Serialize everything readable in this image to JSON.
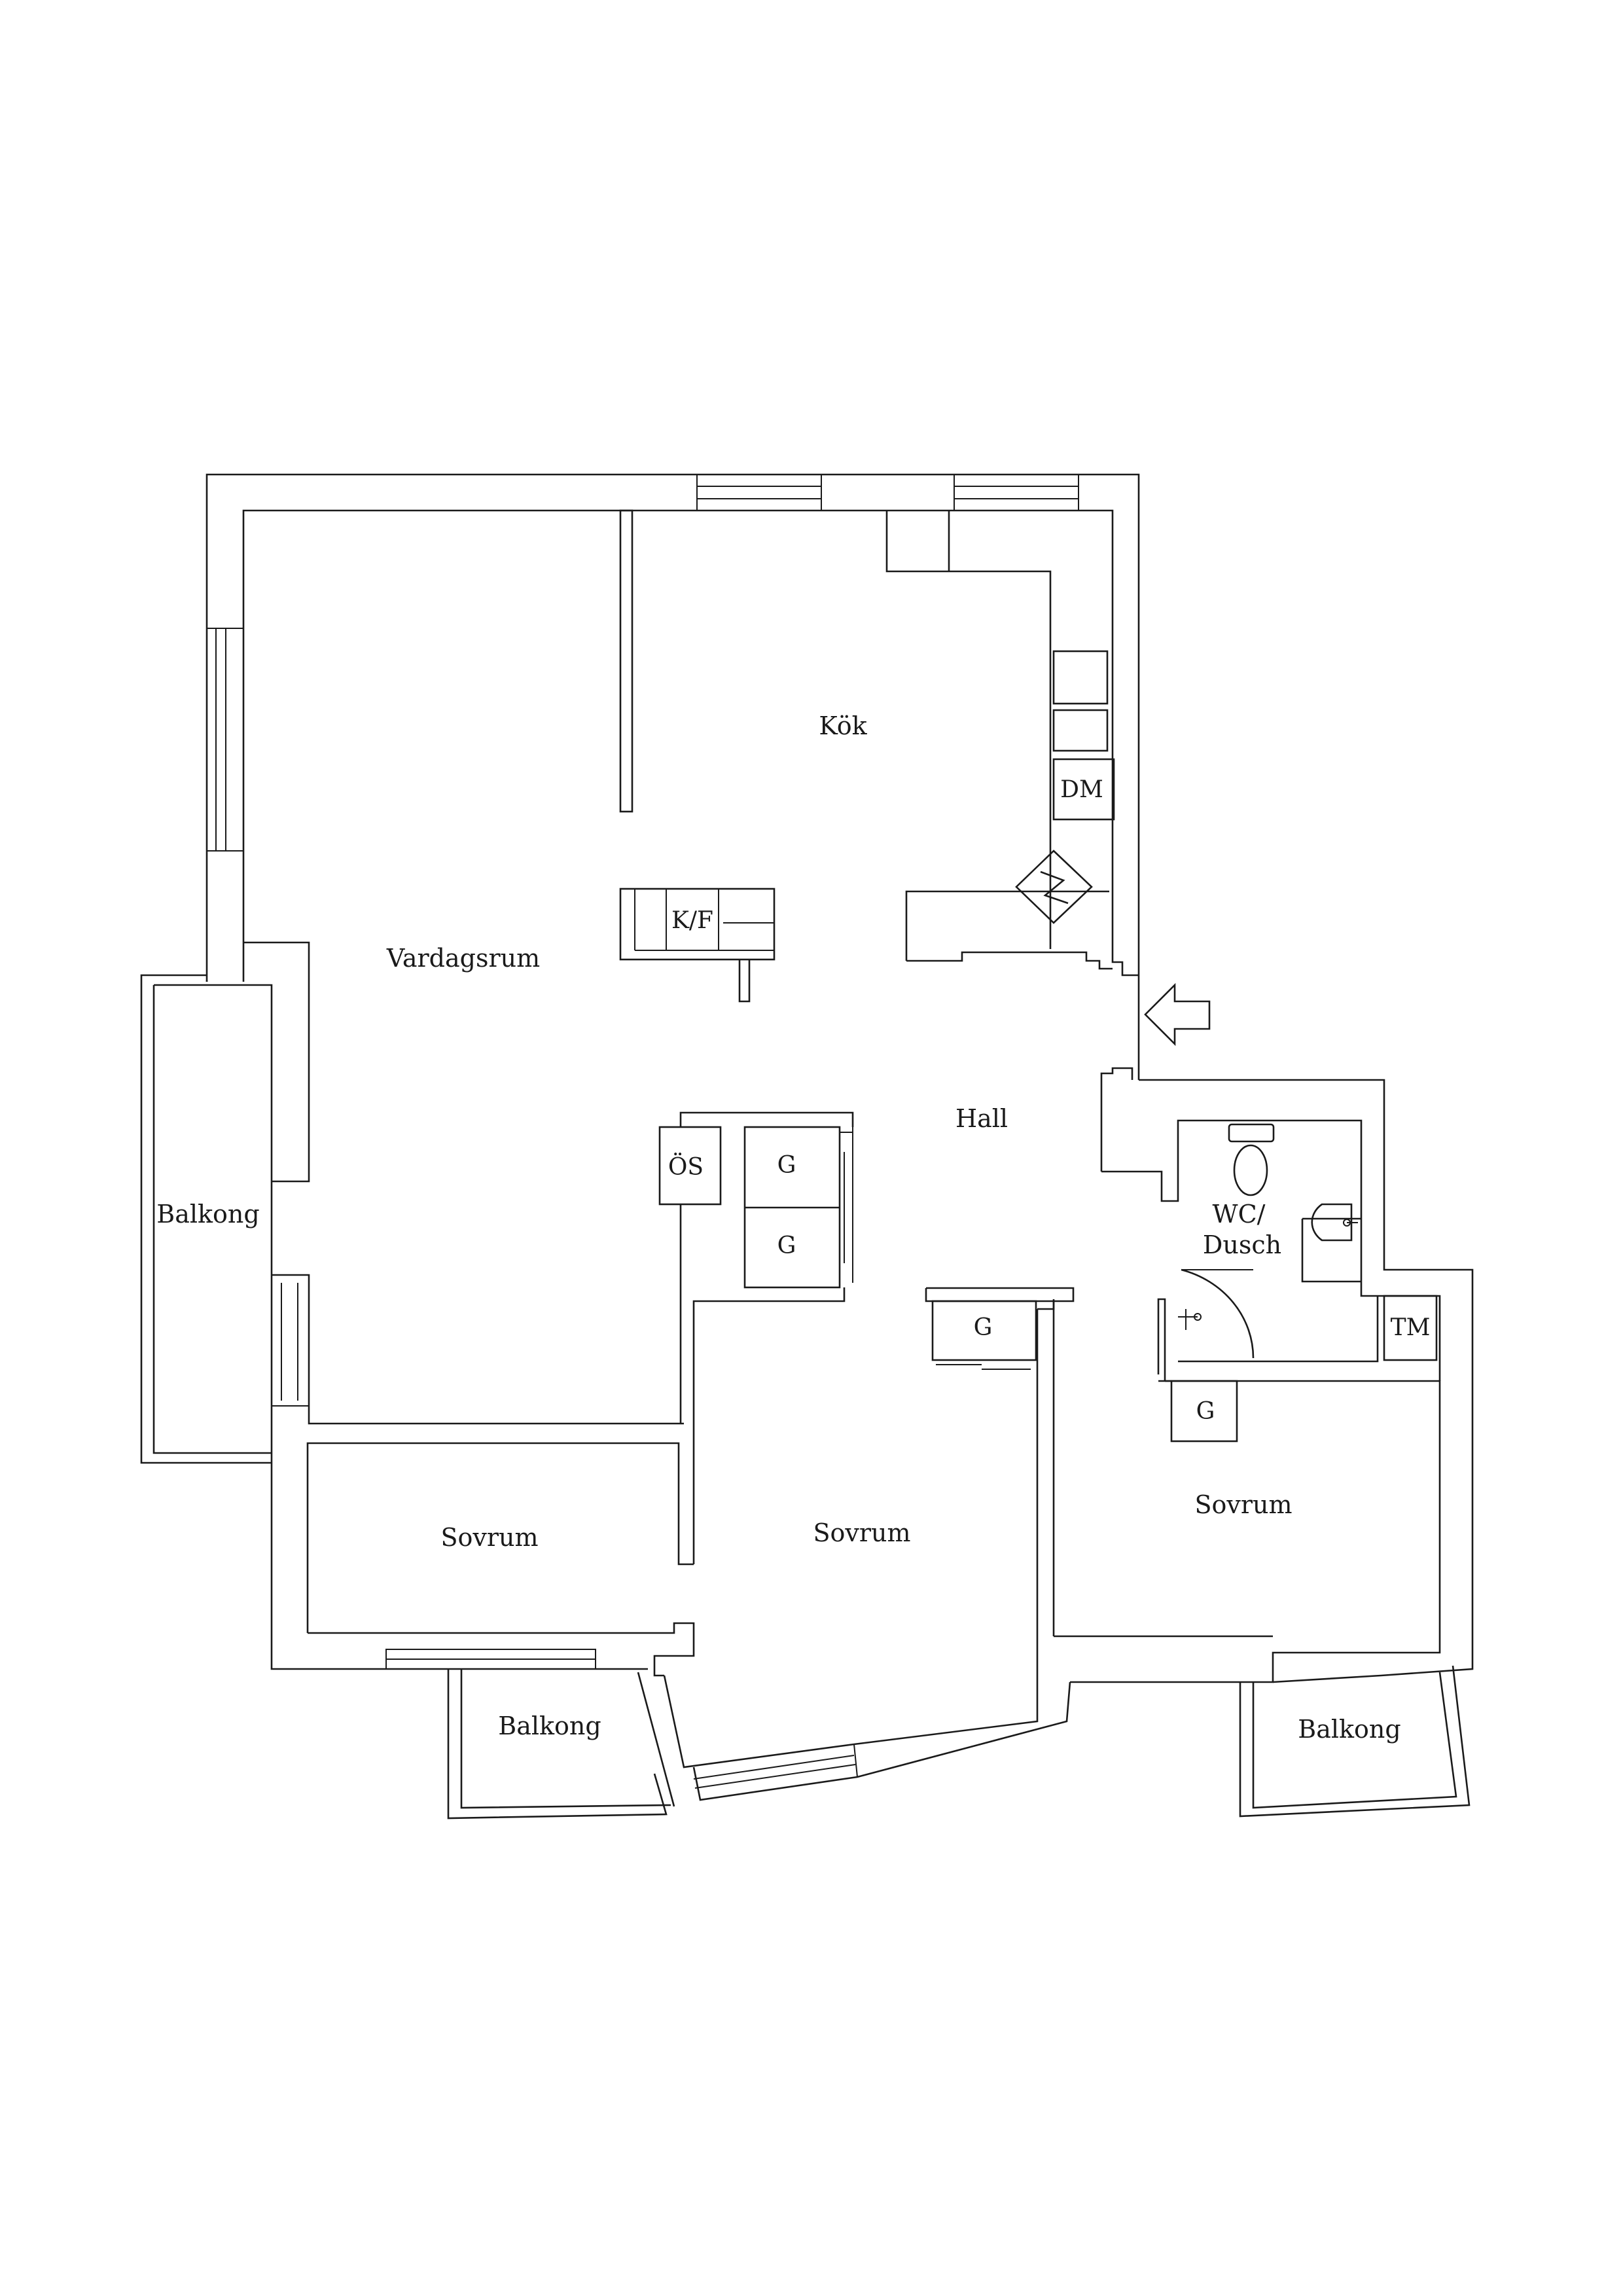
{
  "rooms": {
    "kitchen": "Kök",
    "living_room": "Vardagsrum",
    "hall": "Hall",
    "wc_line1": "WC/",
    "wc_line2": "Dusch",
    "bedroom_left": "Sovrum",
    "bedroom_middle": "Sovrum",
    "bedroom_right": "Sovrum",
    "balcony_left": "Balkong",
    "balcony_bottom_left": "Balkong",
    "balcony_bottom_right": "Balkong"
  },
  "fixtures": {
    "dishwasher": "DM",
    "fridge_freezer": "K/F",
    "overhead_storage": "ÖS",
    "wardrobe_hall_1": "G",
    "wardrobe_hall_2": "G",
    "wardrobe_middle": "G",
    "wardrobe_right": "G",
    "washing_machine": "TM"
  },
  "colors": {
    "line": "#1a1a1a",
    "background": "#ffffff"
  },
  "icons": {
    "entrance": "entrance-arrow-icon",
    "stove": "stove-icon",
    "toilet": "toilet-icon",
    "sink": "sink-icon",
    "shower": "shower-icon"
  }
}
